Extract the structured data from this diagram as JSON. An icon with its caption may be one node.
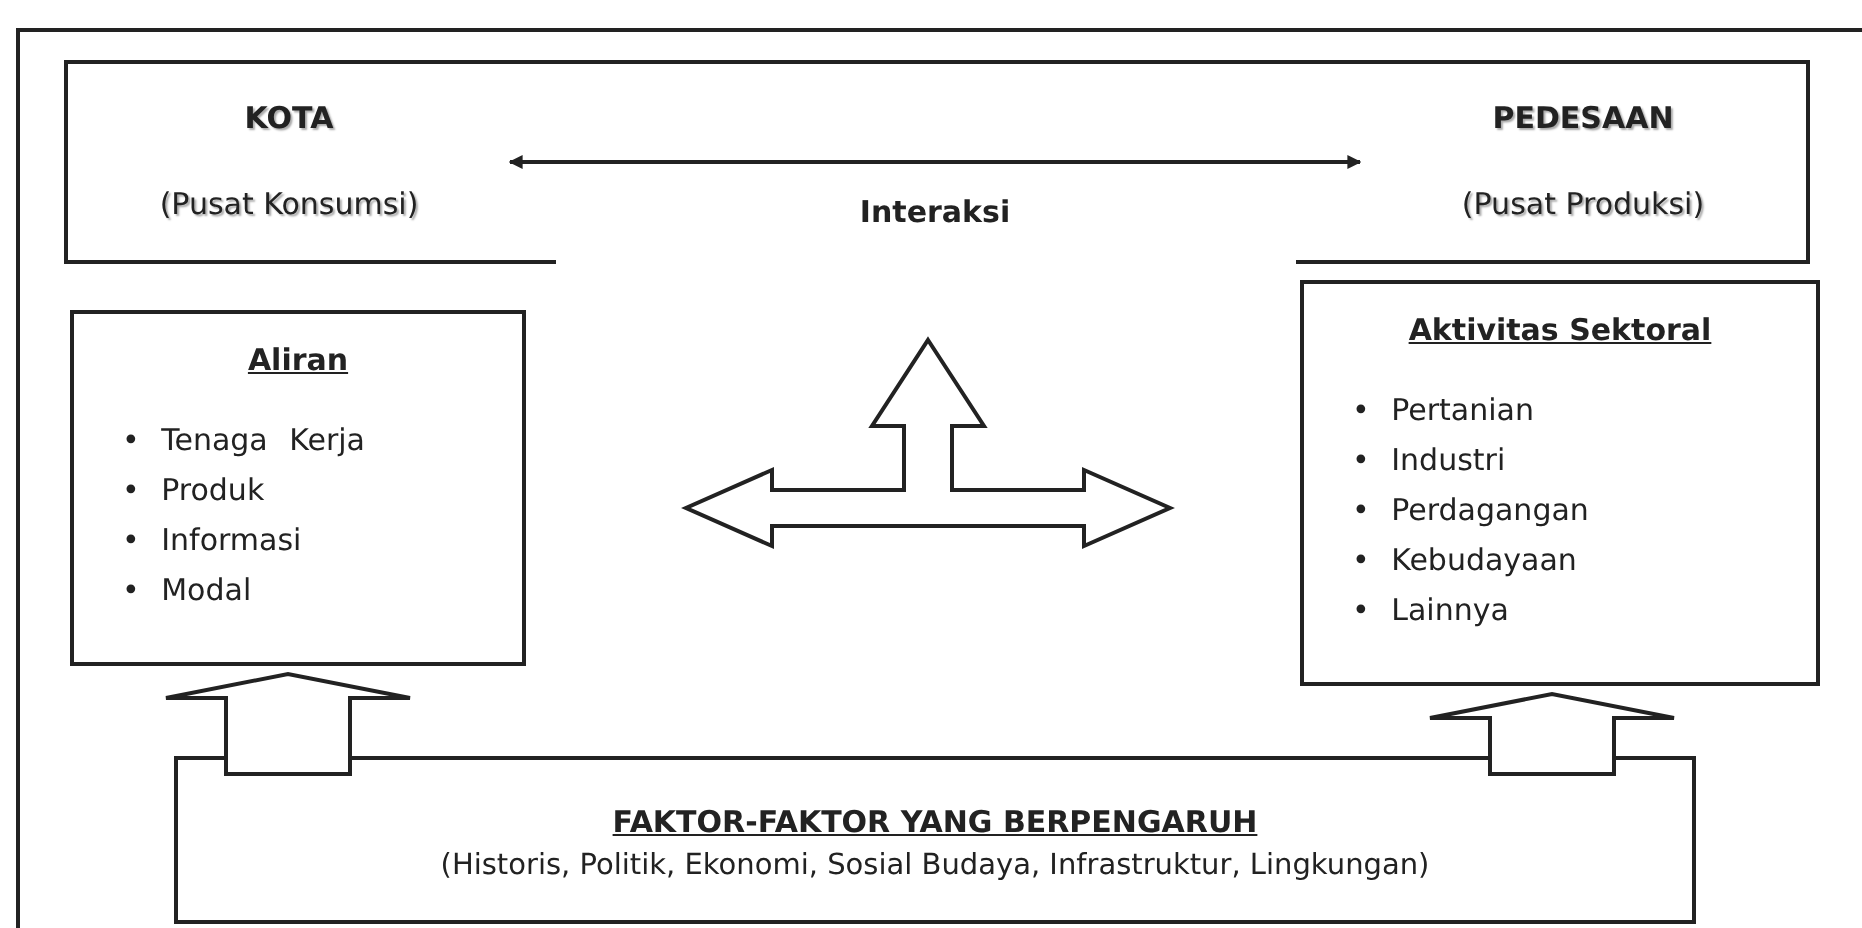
{
  "diagram": {
    "nodes": [
      {
        "text": [
          "KOTA",
          "(Pusat Konsumsi)"
        ]
      },
      {
        "text": [
          "PEDESAAN",
          "(Pusat Produksi)"
        ]
      },
      {
        "text": [
          "Aliran",
          "• Tenaga Kerja",
          "• Produk",
          "• Informasi",
          "• Modal"
        ]
      },
      {
        "text": [
          "Aktivitas Sektoral",
          "• Pertanian",
          "• Industri",
          "• Perdagangan",
          "• Kebudayaan",
          "• Lainnya"
        ]
      },
      {
        "text": [
          "FAKTOR-FAKTOR YANG BERPENGARUH",
          "(Historis, Politik, Ekonomi, Sosial Budaya, Infrastruktur, Lingkungan)"
        ]
      }
    ],
    "edges": [
      {
        "from": 0,
        "to": 1,
        "arrow": "both",
        "label": "Interaksi"
      },
      {
        "from": 4,
        "to": 2,
        "arrow": "to",
        "style": "thick"
      },
      {
        "from": 4,
        "to": 3,
        "arrow": "to",
        "style": "thick"
      }
    ]
  }
}
